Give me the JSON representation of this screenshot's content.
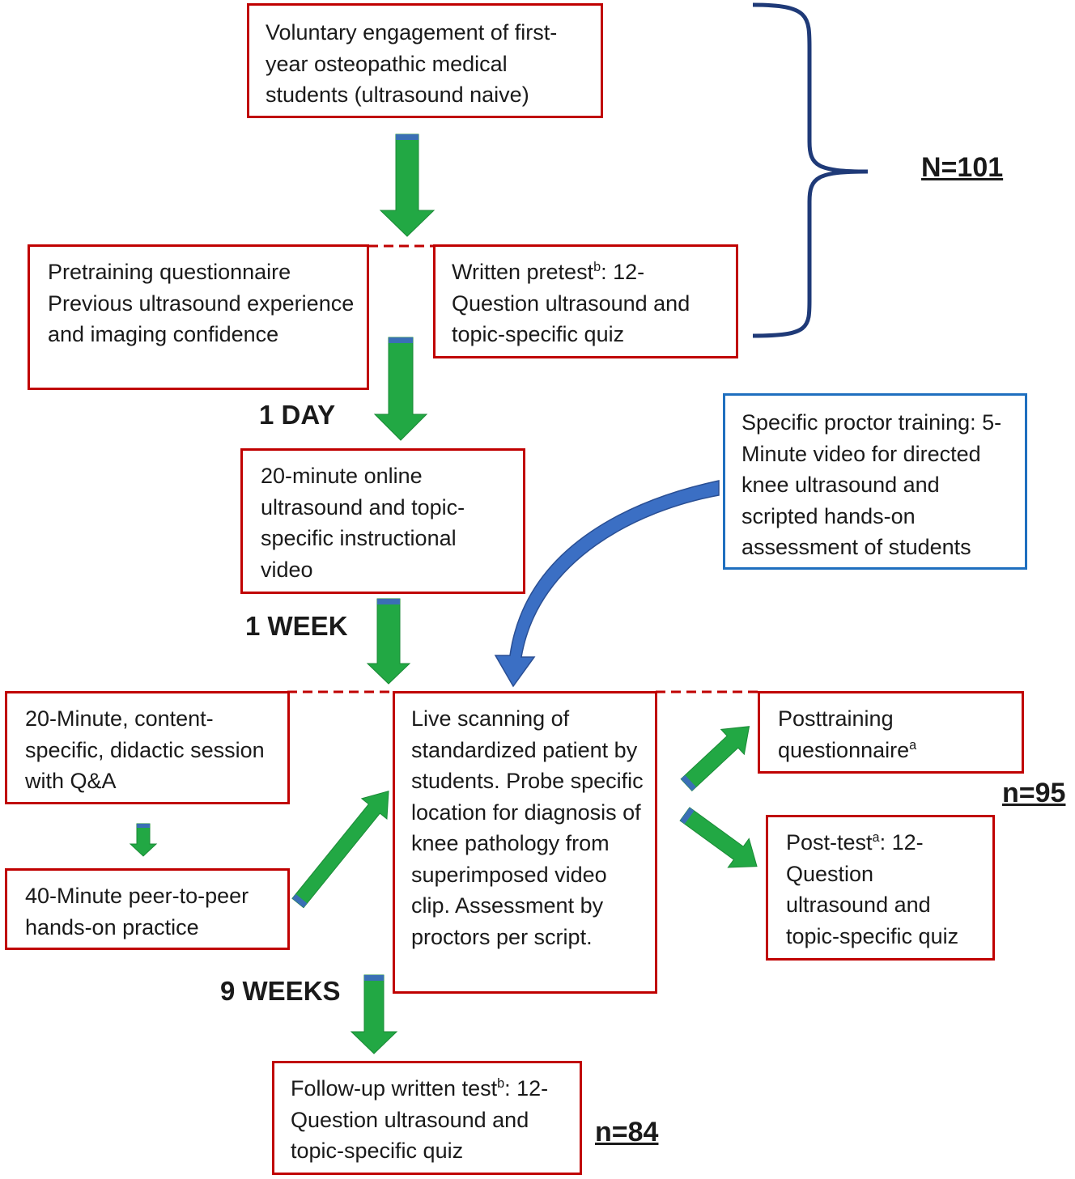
{
  "boxes": {
    "enroll": "Voluntary engagement of first-year osteopathic medical students (ultrasound naive)",
    "pretrain_q": "Pretraining questionnaire Previous ultrasound experience and imaging confidence",
    "pretest_a": "Written pretest",
    "pretest_sup": "b",
    "pretest_b": ": 12-Question ultrasound and topic-specific quiz",
    "video": "20-minute online ultrasound and topic-specific instructional video",
    "proctor": "Specific proctor training: 5-Minute video for directed knee ultrasound and scripted hands-on assessment of students",
    "didactic": "20-Minute, content-specific, didactic session with Q&A",
    "peer": "40-Minute peer-to-peer hands-on practice",
    "live": "Live scanning of standardized patient by students. Probe specific location for diagnosis of knee pathology from superimposed video clip. Assessment by proctors per script.",
    "posttrain_a": "Posttraining questionnaire",
    "posttrain_sup": "a",
    "posttest_a": "Post-test",
    "posttest_sup": "a",
    "posttest_b": ": 12-Question ultrasound and topic-specific quiz",
    "followup_a": "Follow-up written test",
    "followup_sup": "b",
    "followup_b": ": 12-Question ultrasound and topic-specific quiz"
  },
  "time_labels": {
    "day": "1 DAY",
    "week": "1 WEEK",
    "weeks9": "9 WEEKS"
  },
  "counts": {
    "n101": "N=101",
    "n95": "n=95",
    "n84": "n=84"
  },
  "colors": {
    "box_border": "#c00000",
    "proctor_border": "#1f6fbf",
    "arrow_fill": "#22a844",
    "curved_arrow": "#3b6fc4",
    "brace": "#1f3a78"
  }
}
